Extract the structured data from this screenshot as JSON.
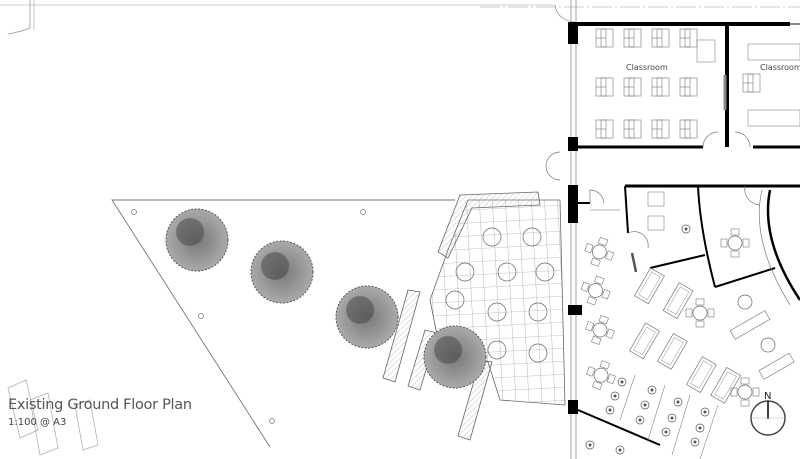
{
  "drawing": {
    "title": "Existing Ground Floor Plan",
    "scale": "1:100 @ A3"
  },
  "rooms": [
    {
      "label": "Classroom"
    },
    {
      "label": "Classroom"
    }
  ],
  "north_arrow": {
    "label": "N",
    "icon": "north-arrow-icon"
  },
  "colors": {
    "line": "#333333",
    "wall": "#000000",
    "tree": "#555555"
  }
}
